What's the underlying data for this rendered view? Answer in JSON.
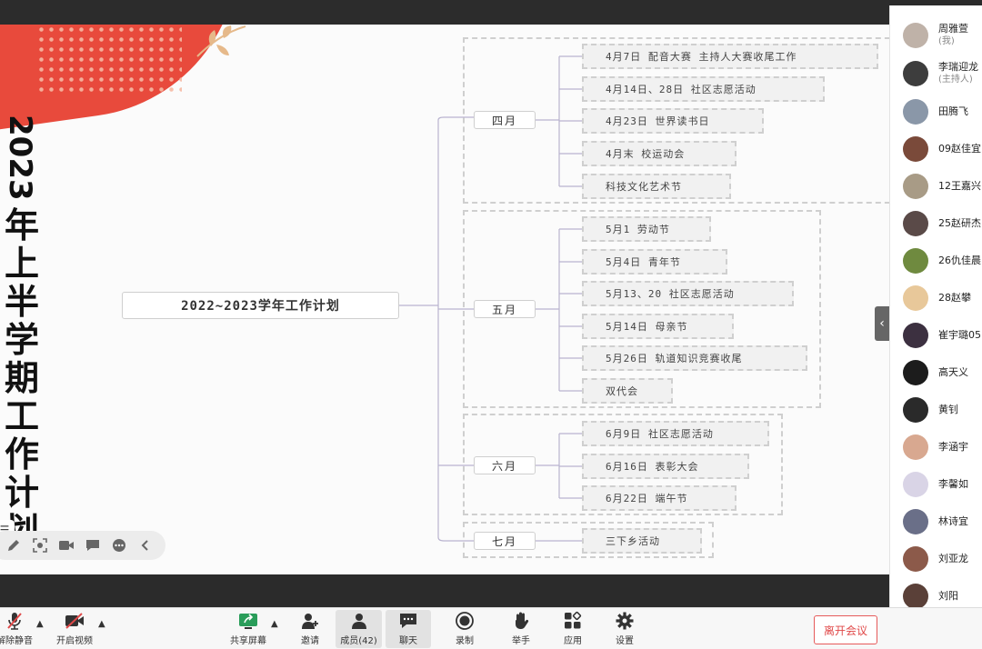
{
  "slide": {
    "vertical_title_num": "2023",
    "vertical_title_chars": [
      "年",
      "上",
      "半",
      "学",
      "期",
      "工",
      "作",
      "计",
      "划"
    ],
    "root": "2022~2023学年工作计划",
    "groups": [
      {
        "month": "四月",
        "items": [
          "4月7日  配音大赛 主持人大赛收尾工作",
          "4月14日、28日  社区志愿活动",
          "4月23日  世界读书日",
          "4月末   校运动会",
          "科技文化艺术节"
        ]
      },
      {
        "month": "五月",
        "items": [
          "5月1  劳动节",
          "5月4日   青年节",
          "5月13、20  社区志愿活动",
          "5月14日  母亲节",
          "5月26日  轨道知识竞赛收尾",
          "双代会"
        ]
      },
      {
        "month": "六月",
        "items": [
          "6月9日  社区志愿活动",
          "6月16日  表彰大会",
          "6月22日  端午节"
        ]
      },
      {
        "month": "七月",
        "items": [
          "三下乡活动"
        ]
      }
    ]
  },
  "participants": [
    {
      "name": "周雅萱",
      "role": "(我)",
      "color": "#bfb2a8"
    },
    {
      "name": "李瑞迎龙",
      "role": "(主持人)",
      "color": "#3d3d3d"
    },
    {
      "name": "田腾飞",
      "role": "",
      "color": "#8a97a8"
    },
    {
      "name": "09赵佳宜",
      "role": "",
      "color": "#7a4a3a"
    },
    {
      "name": "12王嘉兴",
      "role": "",
      "color": "#a89b86"
    },
    {
      "name": "25赵研杰",
      "role": "",
      "color": "#5a4a48"
    },
    {
      "name": "26仇佳晨",
      "role": "",
      "color": "#6f8a3f"
    },
    {
      "name": "28赵攀",
      "role": "",
      "color": "#e8c89a"
    },
    {
      "name": "崔宇璐05",
      "role": "",
      "color": "#3c3040"
    },
    {
      "name": "高天义",
      "role": "",
      "color": "#1c1c1c"
    },
    {
      "name": "黄钊",
      "role": "",
      "color": "#2a2a2a"
    },
    {
      "name": "李涵宇",
      "role": "",
      "color": "#d8a890"
    },
    {
      "name": "李馨如",
      "role": "",
      "color": "#d9d4e6"
    },
    {
      "name": "林诗宜",
      "role": "",
      "color": "#6a6f88"
    },
    {
      "name": "刘亚龙",
      "role": "",
      "color": "#8c5a4a"
    },
    {
      "name": "刘阳",
      "role": "",
      "color": "#5a4038"
    }
  ],
  "toolbar": {
    "unmute": "解除静音",
    "video": "开启视频",
    "share": "共享屏幕",
    "invite": "邀请",
    "members": "成员(42)",
    "chat": "聊天",
    "record": "录制",
    "hand": "举手",
    "apps": "应用",
    "settings": "设置",
    "leave": "离开会议"
  },
  "colors": {
    "accent_red": "#e84a3c",
    "leave_red": "#e04848",
    "topbar": "#2c2c2c"
  }
}
